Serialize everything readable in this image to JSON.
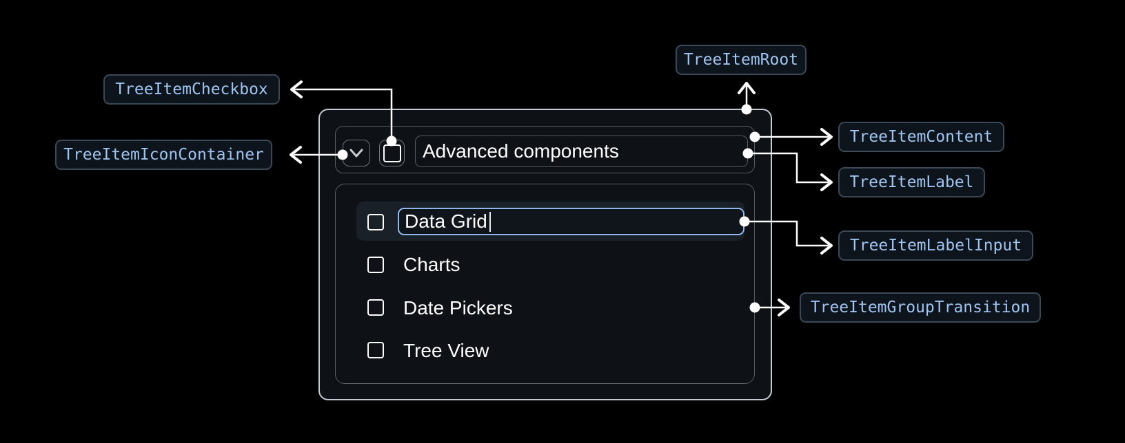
{
  "colors": {
    "background": "#000000",
    "panel_background": "#0e1115",
    "panel_border": "#c4cbd3",
    "inner_border": "#565c63",
    "row_highlight": "#1a2028",
    "input_accent": "#8fb9ec",
    "annotation_text": "#9fc4ef",
    "annotation_border": "#3b4856",
    "annotation_background": "#0d141c",
    "text": "#ffffff",
    "connector": "#ffffff"
  },
  "tree_item": {
    "header": {
      "expand_icon": "chevron-down-icon",
      "checkbox_state": "unchecked",
      "label": "Advanced components"
    },
    "group": {
      "items": [
        {
          "label": "Data Grid",
          "checkbox": "unchecked",
          "editing": true
        },
        {
          "label": "Charts",
          "checkbox": "unchecked",
          "editing": false
        },
        {
          "label": "Date Pickers",
          "checkbox": "unchecked",
          "editing": false
        },
        {
          "label": "Tree View",
          "checkbox": "unchecked",
          "editing": false
        }
      ]
    }
  },
  "annotations": [
    {
      "id": "tree-item-checkbox",
      "label": "TreeItemCheckbox"
    },
    {
      "id": "tree-item-icon-container",
      "label": "TreeItemIconContainer"
    },
    {
      "id": "tree-item-root",
      "label": "TreeItemRoot"
    },
    {
      "id": "tree-item-content",
      "label": "TreeItemContent"
    },
    {
      "id": "tree-item-label",
      "label": "TreeItemLabel"
    },
    {
      "id": "tree-item-label-input",
      "label": "TreeItemLabelInput"
    },
    {
      "id": "tree-item-group-transition",
      "label": "TreeItemGroupTransition"
    }
  ]
}
